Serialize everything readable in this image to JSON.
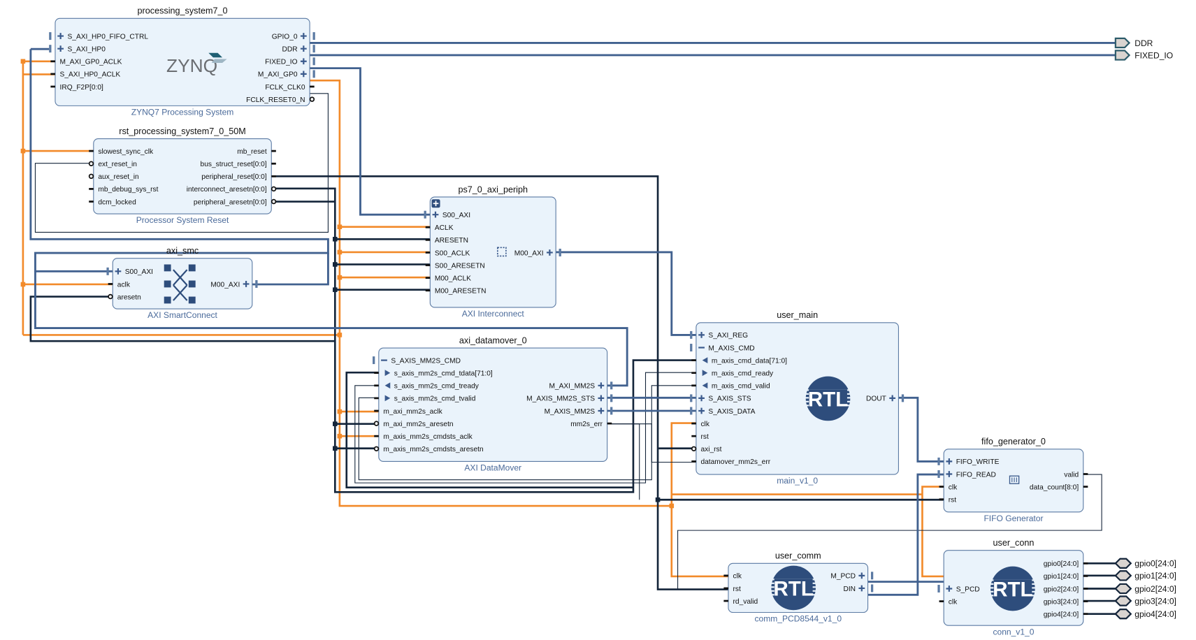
{
  "diagram": {
    "blocks": [
      {
        "id": "processing_system7_0",
        "title": "processing_system7_0",
        "subtitle": "ZYNQ7 Processing System",
        "logo": "zynq-logo",
        "left_pins": [
          {
            "label": "S_AXI_HP0_FIFO_CTRL",
            "kind": "bus"
          },
          {
            "label": "S_AXI_HP0",
            "kind": "bus"
          },
          {
            "label": "M_AXI_GP0_ACLK",
            "kind": "pin"
          },
          {
            "label": "S_AXI_HP0_ACLK",
            "kind": "pin"
          },
          {
            "label": "IRQ_F2P[0:0]",
            "kind": "pin"
          }
        ],
        "right_pins": [
          {
            "label": "GPIO_0",
            "kind": "bus"
          },
          {
            "label": "DDR",
            "kind": "bus"
          },
          {
            "label": "FIXED_IO",
            "kind": "bus"
          },
          {
            "label": "M_AXI_GP0",
            "kind": "bus"
          },
          {
            "label": "FCLK_CLK0",
            "kind": "pin"
          },
          {
            "label": "FCLK_RESET0_N",
            "kind": "neg"
          }
        ]
      },
      {
        "id": "rst_processing_system7_0_50M",
        "title": "rst_processing_system7_0_50M",
        "subtitle": "Processor System Reset",
        "logo": "",
        "left_pins": [
          {
            "label": "slowest_sync_clk",
            "kind": "pin"
          },
          {
            "label": "ext_reset_in",
            "kind": "neg"
          },
          {
            "label": "aux_reset_in",
            "kind": "neg"
          },
          {
            "label": "mb_debug_sys_rst",
            "kind": "pin"
          },
          {
            "label": "dcm_locked",
            "kind": "pin"
          }
        ],
        "right_pins": [
          {
            "label": "mb_reset",
            "kind": "pin"
          },
          {
            "label": "bus_struct_reset[0:0]",
            "kind": "pin"
          },
          {
            "label": "peripheral_reset[0:0]",
            "kind": "pin"
          },
          {
            "label": "interconnect_aresetn[0:0]",
            "kind": "neg"
          },
          {
            "label": "peripheral_aresetn[0:0]",
            "kind": "neg"
          }
        ]
      },
      {
        "id": "axi_smc",
        "title": "axi_smc",
        "subtitle": "AXI SmartConnect",
        "logo": "smartconnect-logo",
        "left_pins": [
          {
            "label": "S00_AXI",
            "kind": "bus"
          },
          {
            "label": "aclk",
            "kind": "pin"
          },
          {
            "label": "aresetn",
            "kind": "neg"
          }
        ],
        "right_pins": [
          {
            "label": "",
            "kind": "none"
          },
          {
            "label": "M00_AXI",
            "kind": "bus"
          }
        ]
      },
      {
        "id": "ps7_0_axi_periph",
        "title": "ps7_0_axi_periph",
        "subtitle": "AXI Interconnect",
        "logo": "",
        "left_pins": [
          {
            "label": "S00_AXI",
            "kind": "bus"
          },
          {
            "label": "ACLK",
            "kind": "pin"
          },
          {
            "label": "ARESETN",
            "kind": "pin"
          },
          {
            "label": "S00_ACLK",
            "kind": "pin"
          },
          {
            "label": "S00_ARESETN",
            "kind": "pin"
          },
          {
            "label": "M00_ACLK",
            "kind": "pin"
          },
          {
            "label": "M00_ARESETN",
            "kind": "pin"
          }
        ],
        "right_pins": [
          {
            "label": "",
            "kind": "none"
          },
          {
            "label": "",
            "kind": "none"
          },
          {
            "label": "",
            "kind": "none"
          },
          {
            "label": "M00_AXI",
            "kind": "bus"
          }
        ]
      },
      {
        "id": "axi_datamover_0",
        "title": "axi_datamover_0",
        "subtitle": "AXI DataMover",
        "logo": "",
        "left_pins": [
          {
            "label": "S_AXIS_MM2S_CMD",
            "kind": "busopen"
          },
          {
            "label": "s_axis_mm2s_cmd_tdata[71:0]",
            "kind": "in"
          },
          {
            "label": "s_axis_mm2s_cmd_tready",
            "kind": "out"
          },
          {
            "label": "s_axis_mm2s_cmd_tvalid",
            "kind": "in"
          },
          {
            "label": "m_axi_mm2s_aclk",
            "kind": "pin"
          },
          {
            "label": "m_axi_mm2s_aresetn",
            "kind": "neg"
          },
          {
            "label": "m_axis_mm2s_cmdsts_aclk",
            "kind": "pin"
          },
          {
            "label": "m_axis_mm2s_cmdsts_aresetn",
            "kind": "neg"
          }
        ],
        "right_pins": [
          {
            "label": "",
            "kind": "none"
          },
          {
            "label": "",
            "kind": "none"
          },
          {
            "label": "M_AXI_MM2S",
            "kind": "bus"
          },
          {
            "label": "M_AXIS_MM2S_STS",
            "kind": "bus"
          },
          {
            "label": "M_AXIS_MM2S",
            "kind": "bus"
          },
          {
            "label": "mm2s_err",
            "kind": "pin"
          }
        ]
      },
      {
        "id": "user_main",
        "title": "user_main",
        "subtitle": "main_v1_0",
        "logo": "rtl-logo",
        "left_pins": [
          {
            "label": "S_AXI_REG",
            "kind": "bus"
          },
          {
            "label": "M_AXIS_CMD",
            "kind": "busopen"
          },
          {
            "label": "m_axis_cmd_data[71:0]",
            "kind": "out"
          },
          {
            "label": "m_axis_cmd_ready",
            "kind": "in"
          },
          {
            "label": "m_axis_cmd_valid",
            "kind": "out"
          },
          {
            "label": "S_AXIS_STS",
            "kind": "bus"
          },
          {
            "label": "S_AXIS_DATA",
            "kind": "bus"
          },
          {
            "label": "clk",
            "kind": "pin"
          },
          {
            "label": "rst",
            "kind": "pin"
          },
          {
            "label": "axi_rst",
            "kind": "neg"
          },
          {
            "label": "datamover_mm2s_err",
            "kind": "pin"
          }
        ],
        "right_pins": [
          {
            "label": "",
            "kind": "none"
          },
          {
            "label": "",
            "kind": "none"
          },
          {
            "label": "",
            "kind": "none"
          },
          {
            "label": "",
            "kind": "none"
          },
          {
            "label": "",
            "kind": "none"
          },
          {
            "label": "DOUT",
            "kind": "bus"
          }
        ]
      },
      {
        "id": "fifo_generator_0",
        "title": "fifo_generator_0",
        "subtitle": "FIFO Generator",
        "logo": "",
        "left_pins": [
          {
            "label": "FIFO_WRITE",
            "kind": "bus"
          },
          {
            "label": "FIFO_READ",
            "kind": "bus"
          },
          {
            "label": "clk",
            "kind": "pin"
          },
          {
            "label": "rst",
            "kind": "pin"
          }
        ],
        "right_pins": [
          {
            "label": "",
            "kind": "none"
          },
          {
            "label": "valid",
            "kind": "pin"
          },
          {
            "label": "data_count[8:0]",
            "kind": "pin"
          }
        ]
      },
      {
        "id": "user_comm",
        "title": "user_comm",
        "subtitle": "comm_PCD8544_v1_0",
        "logo": "rtl-logo",
        "left_pins": [
          {
            "label": "clk",
            "kind": "pin"
          },
          {
            "label": "rst",
            "kind": "pin"
          },
          {
            "label": "rd_valid",
            "kind": "pin"
          }
        ],
        "right_pins": [
          {
            "label": "M_PCD",
            "kind": "bus"
          },
          {
            "label": "DIN",
            "kind": "bus"
          }
        ]
      },
      {
        "id": "user_conn",
        "title": "user_conn",
        "subtitle": "conn_v1_0",
        "logo": "rtl-logo",
        "left_pins": [
          {
            "label": "",
            "kind": "none"
          },
          {
            "label": "",
            "kind": "none"
          },
          {
            "label": "S_PCD",
            "kind": "bus"
          },
          {
            "label": "clk",
            "kind": "pin"
          }
        ],
        "right_pins": [
          {
            "label": "gpio0[24:0]",
            "kind": "pin"
          },
          {
            "label": "gpio1[24:0]",
            "kind": "pin"
          },
          {
            "label": "gpio2[24:0]",
            "kind": "pin"
          },
          {
            "label": "gpio3[24:0]",
            "kind": "pin"
          },
          {
            "label": "gpio4[24:0]",
            "kind": "pin"
          }
        ]
      }
    ],
    "external_ports": [
      {
        "label": "DDR",
        "dir": "out"
      },
      {
        "label": "FIXED_IO",
        "dir": "out"
      },
      {
        "label": "gpio0[24:0]",
        "dir": "inout"
      },
      {
        "label": "gpio1[24:0]",
        "dir": "inout"
      },
      {
        "label": "gpio2[24:0]",
        "dir": "inout"
      },
      {
        "label": "gpio3[24:0]",
        "dir": "inout"
      },
      {
        "label": "gpio4[24:0]",
        "dir": "inout"
      }
    ],
    "logo_text": {
      "zynq": "ZYNQ",
      "rtl": "RTL"
    },
    "colors": {
      "clock_net": "#f28a2a",
      "reset_net": "#14253a",
      "bus_net": "#41618f",
      "block_fill": "#eaf3fb",
      "block_border": "#5b7aa3",
      "subtitle": "#4a6a9a"
    }
  }
}
